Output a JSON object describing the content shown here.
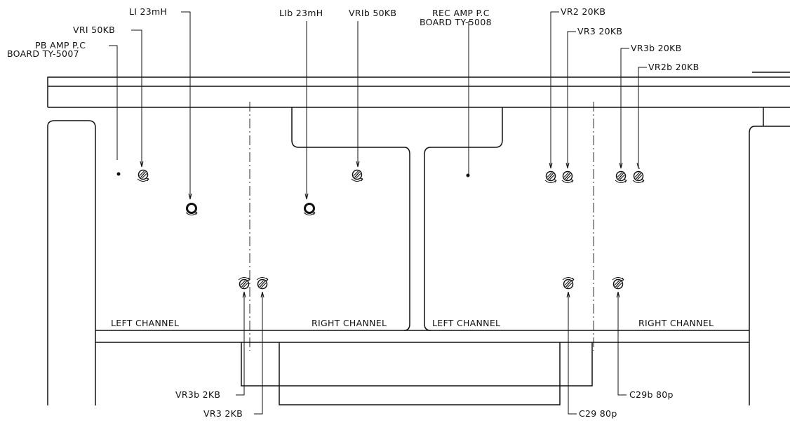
{
  "labels": {
    "l1": "LI 23mH",
    "vr1": "VRI 50KB",
    "pb_board_line1": "PB AMP P.C",
    "pb_board_line2": "BOARD TY-5007",
    "l1b": "LIb 23mH",
    "vr1b": "VRIb 50KB",
    "rec_board_line1": "REC AMP P.C",
    "rec_board_line2": "BOARD TY-5008",
    "vr2": "VR2 20KB",
    "vr3": "VR3 20KB",
    "vr3b": "VR3b 20KB",
    "vr2b": "VR2b 20KB",
    "vr3b_2kb": "VR3b 2KB",
    "vr3_2kb": "VR3 2KB",
    "c29": "C29 80p",
    "c29b": "C29b 80p"
  },
  "channels": {
    "pb_left": "LEFT CHANNEL",
    "pb_right": "RIGHT CHANNEL",
    "rec_left": "LEFT CHANNEL",
    "rec_right": "RIGHT CHANNEL"
  }
}
